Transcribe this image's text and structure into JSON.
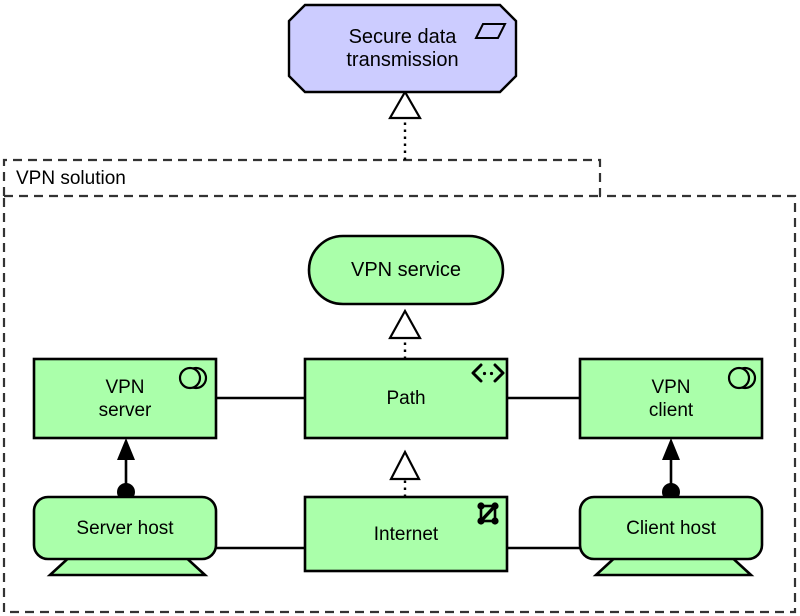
{
  "diagram": {
    "title": "VPN solution",
    "colors": {
      "contract_fill": "#ccccff",
      "element_fill": "#aaffaa",
      "stroke": "#000000",
      "boundary_stroke": "#333333",
      "background": "#ffffff"
    }
  },
  "contract": {
    "label": "Secure data\ntransmission",
    "icon": "parallelogram-icon"
  },
  "grouping": {
    "label": "VPN solution"
  },
  "service": {
    "label": "VPN service"
  },
  "components": [
    {
      "label": "VPN\nserver",
      "icon": "interface-circle-icon"
    },
    {
      "label": "Path",
      "icon": "bidirectional-path-icon",
      "icon_glyph": "<··>"
    },
    {
      "label": "VPN\nclient",
      "icon": "interface-circle-icon"
    }
  ],
  "devices": [
    {
      "label": "Server host",
      "icon": "none"
    },
    {
      "label": "Internet",
      "icon": "network-mesh-icon"
    },
    {
      "label": "Client host",
      "icon": "none"
    }
  ],
  "relationships": [
    {
      "name": "realization-grouping-to-contract",
      "type": "realization",
      "from": "VPN solution",
      "to": "Secure data transmission",
      "style": "dotted-line-hollow-triangle"
    },
    {
      "name": "realization-path-to-service",
      "type": "realization",
      "from": "Path",
      "to": "VPN service",
      "style": "dotted-line-hollow-triangle"
    },
    {
      "name": "realization-internet-to-path",
      "type": "realization",
      "from": "Internet",
      "to": "Path",
      "style": "dotted-line-hollow-triangle"
    },
    {
      "name": "assignment-server-host-to-vpn-server",
      "type": "assignment",
      "from": "Server host",
      "to": "VPN server",
      "style": "ball-and-filled-arrow"
    },
    {
      "name": "assignment-client-host-to-vpn-client",
      "type": "assignment",
      "from": "Client host",
      "to": "VPN client",
      "style": "ball-and-filled-arrow"
    },
    {
      "name": "association-vpn-server-path",
      "type": "association",
      "from": "VPN server",
      "to": "Path",
      "style": "solid-line"
    },
    {
      "name": "association-path-vpn-client",
      "type": "association",
      "from": "Path",
      "to": "VPN client",
      "style": "solid-line"
    },
    {
      "name": "association-server-host-internet",
      "type": "association",
      "from": "Server host",
      "to": "Internet",
      "style": "solid-line"
    },
    {
      "name": "association-internet-client-host",
      "type": "association",
      "from": "Internet",
      "to": "Client host",
      "style": "solid-line"
    }
  ]
}
